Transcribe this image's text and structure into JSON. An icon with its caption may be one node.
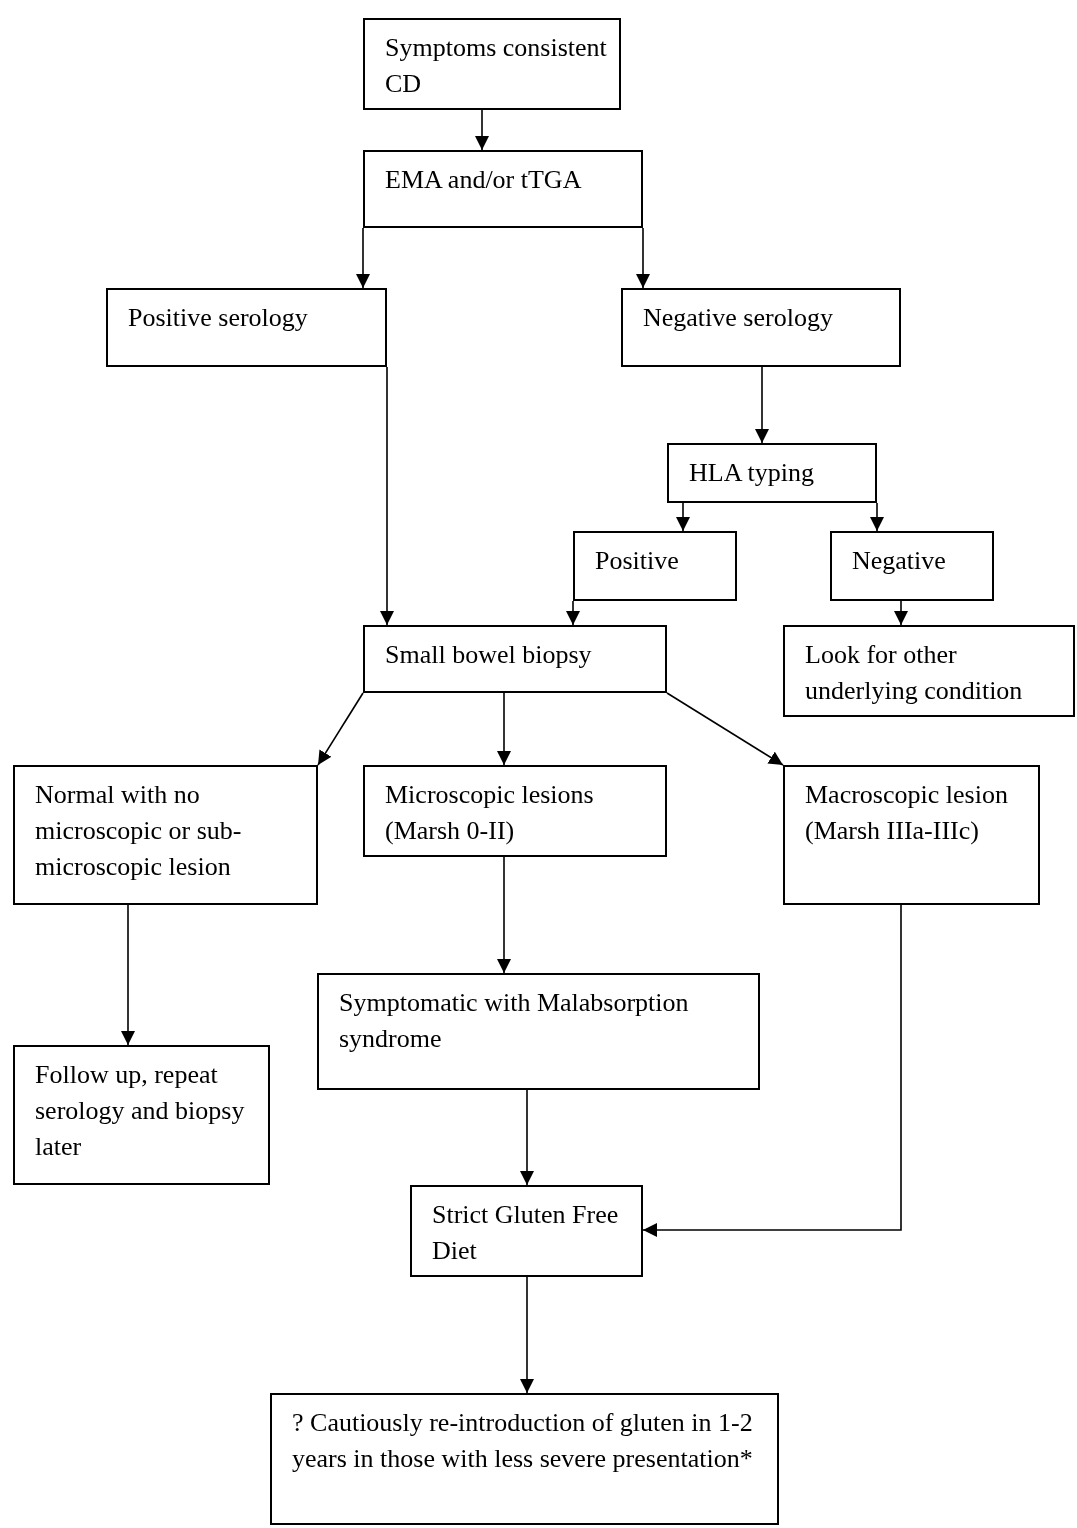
{
  "diagram": {
    "nodes": [
      {
        "text": [
          "Symptoms consistent CD"
        ]
      },
      {
        "text": [
          "EMA and/or tTGA"
        ]
      },
      {
        "text": [
          "Positive serology"
        ]
      },
      {
        "text": [
          "Negative serology"
        ]
      },
      {
        "text": [
          "HLA typing"
        ]
      },
      {
        "text": [
          "Positive"
        ]
      },
      {
        "text": [
          "Negative"
        ]
      },
      {
        "text": [
          "Small bowel biopsy"
        ]
      },
      {
        "text": [
          "Look for other underlying condition"
        ]
      },
      {
        "text": [
          "Normal with no microscopic or sub-microscopic lesion"
        ]
      },
      {
        "text": [
          "Microscopic lesions (Marsh 0-II)"
        ]
      },
      {
        "text": [
          "Macroscopic lesion (Marsh IIIa-IIIc)"
        ]
      },
      {
        "text": [
          "Symptomatic with Malabsorption syndrome"
        ]
      },
      {
        "text": [
          "Follow up, repeat serology and biopsy later"
        ]
      },
      {
        "text": [
          "Strict Gluten Free Diet"
        ]
      },
      {
        "text": [
          "? Cautiously re-introduction of gluten in 1-2 years in those with less severe presentation*"
        ]
      }
    ],
    "edges": [
      {
        "from": 0,
        "to": 1,
        "arrow": "to"
      },
      {
        "from": 1,
        "to": 2,
        "arrow": "to"
      },
      {
        "from": 1,
        "to": 3,
        "arrow": "to"
      },
      {
        "from": 2,
        "to": 7,
        "arrow": "to"
      },
      {
        "from": 3,
        "to": 4,
        "arrow": "to"
      },
      {
        "from": 4,
        "to": 5,
        "arrow": "to"
      },
      {
        "from": 4,
        "to": 6,
        "arrow": "to"
      },
      {
        "from": 5,
        "to": 7,
        "arrow": "to"
      },
      {
        "from": 6,
        "to": 8,
        "arrow": "to"
      },
      {
        "from": 7,
        "to": 9,
        "arrow": "to"
      },
      {
        "from": 7,
        "to": 10,
        "arrow": "to"
      },
      {
        "from": 7,
        "to": 11,
        "arrow": "to"
      },
      {
        "from": 9,
        "to": 13,
        "arrow": "to"
      },
      {
        "from": 10,
        "to": 12,
        "arrow": "to"
      },
      {
        "from": 12,
        "to": 14,
        "arrow": "to"
      },
      {
        "from": 11,
        "to": 14,
        "arrow": "to"
      },
      {
        "from": 14,
        "to": 15,
        "arrow": "to"
      }
    ]
  }
}
